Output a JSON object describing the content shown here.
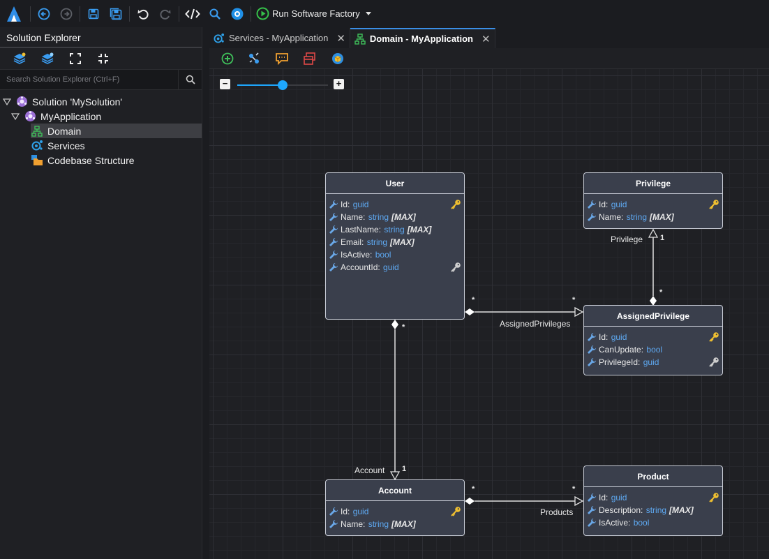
{
  "toolbar": {
    "run_label": "Run Software Factory",
    "icons": [
      "intent-logo-icon",
      "navigate-back-icon",
      "navigate-forward-icon",
      "save-icon",
      "save-all-icon",
      "undo-icon",
      "redo-icon",
      "code-icon",
      "search-icon",
      "settings-gear-icon",
      "run-play-icon",
      "dropdown-caret-icon"
    ]
  },
  "explorer": {
    "title": "Solution Explorer",
    "search_placeholder": "Search Solution Explorer (Ctrl+F)",
    "tree": {
      "solution": "Solution 'MySolution'",
      "application": "MyApplication",
      "items": [
        "Domain",
        "Services",
        "Codebase Structure"
      ]
    }
  },
  "tabs": [
    {
      "label": "Services - MyApplication",
      "active": false,
      "close": "✕"
    },
    {
      "label": "Domain - MyApplication",
      "active": true,
      "close": "✕"
    }
  ],
  "zoom": {
    "minus": "−",
    "plus": "+",
    "level": 0.5
  },
  "entities": {
    "user": {
      "name": "User",
      "attrs": [
        {
          "name": "Id",
          "type": "guid",
          "mod": "",
          "key": "primary"
        },
        {
          "name": "Name",
          "type": "string",
          "mod": "[MAX]",
          "key": ""
        },
        {
          "name": "LastName",
          "type": "string",
          "mod": "[MAX]",
          "key": ""
        },
        {
          "name": "Email",
          "type": "string",
          "mod": "[MAX]",
          "key": ""
        },
        {
          "name": "IsActive",
          "type": "bool",
          "mod": "",
          "key": ""
        },
        {
          "name": "AccountId",
          "type": "guid",
          "mod": "",
          "key": "foreign"
        }
      ]
    },
    "privilege": {
      "name": "Privilege",
      "attrs": [
        {
          "name": "Id",
          "type": "guid",
          "mod": "",
          "key": "primary"
        },
        {
          "name": "Name",
          "type": "string",
          "mod": "[MAX]",
          "key": ""
        }
      ]
    },
    "assigned": {
      "name": "AssignedPrivilege",
      "attrs": [
        {
          "name": "Id",
          "type": "guid",
          "mod": "",
          "key": "primary"
        },
        {
          "name": "CanUpdate",
          "type": "bool",
          "mod": "",
          "key": ""
        },
        {
          "name": "PrivilegeId",
          "type": "guid",
          "mod": "",
          "key": "foreign"
        }
      ]
    },
    "account": {
      "name": "Account",
      "attrs": [
        {
          "name": "Id",
          "type": "guid",
          "mod": "",
          "key": "primary"
        },
        {
          "name": "Name",
          "type": "string",
          "mod": "[MAX]",
          "key": ""
        }
      ]
    },
    "product": {
      "name": "Product",
      "attrs": [
        {
          "name": "Id",
          "type": "guid",
          "mod": "",
          "key": "primary"
        },
        {
          "name": "Description",
          "type": "string",
          "mod": "[MAX]",
          "key": ""
        },
        {
          "name": "IsActive",
          "type": "bool",
          "mod": "",
          "key": ""
        }
      ]
    }
  },
  "relations": {
    "privilege_label": "Privilege",
    "privilege_mult_top": "1",
    "privilege_mult_bottom": "*",
    "assigned_label": "AssignedPrivileges",
    "assigned_mult_src": "*",
    "assigned_mult_dst": "*",
    "account_label": "Account",
    "account_mult_src": "*",
    "account_mult_dst": "1",
    "products_label": "Products",
    "products_mult_src": "*",
    "products_mult_dst": "*"
  },
  "colors": {
    "accent": "#1ea7fd",
    "type": "#5ea9f2",
    "key_primary": "#f0c030",
    "key_foreign": "#cfcfcf"
  }
}
